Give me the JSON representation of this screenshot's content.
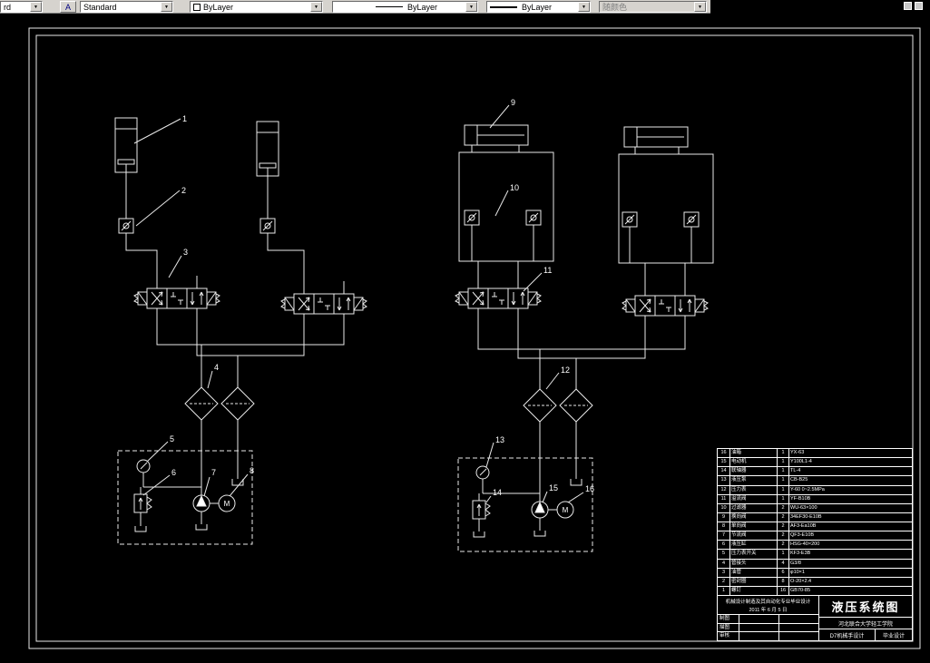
{
  "toolbar": {
    "partial_combo": "rd",
    "style_button": "A",
    "text_style": "Standard",
    "color": "ByLayer",
    "linetype": "ByLayer",
    "lineweight": "ByLayer",
    "plot_style": "随颜色"
  },
  "drawing": {
    "callouts": [
      "1",
      "2",
      "3",
      "4",
      "5",
      "6",
      "7",
      "8",
      "9",
      "10",
      "11",
      "12",
      "13",
      "14",
      "15",
      "16"
    ],
    "motor_label": "M"
  },
  "title_block": {
    "title": "液压系统图",
    "school": "河北联合大学轻工学院",
    "project": "D7机械手设计",
    "project_type": "毕业设计",
    "note_line1": "机械设计制造及其自动化专业毕业设计",
    "note_line2": "2011 年 6 月 5 日",
    "sign_rows": [
      "制图",
      "描图",
      "审核"
    ],
    "bom_rows": [
      [
        "16",
        "油箱",
        "1",
        "YX-63"
      ],
      [
        "15",
        "电动机",
        "1",
        "Y100L1-4"
      ],
      [
        "14",
        "联轴器",
        "1",
        "TL-4"
      ],
      [
        "13",
        "液压泵",
        "1",
        "CB-B25"
      ],
      [
        "12",
        "压力表",
        "1",
        "Y-60  0~2.5MPa"
      ],
      [
        "11",
        "溢流阀",
        "1",
        "YF-B10B"
      ],
      [
        "10",
        "过滤器",
        "2",
        "WU-63×100"
      ],
      [
        "9",
        "换向阀",
        "2",
        "34EF30-E10B"
      ],
      [
        "8",
        "单向阀",
        "2",
        "AF3-Ea10B"
      ],
      [
        "7",
        "节流阀",
        "2",
        "QF3-E10B"
      ],
      [
        "6",
        "液压缸",
        "2",
        "HSG-40×200"
      ],
      [
        "5",
        "压力表开关",
        "1",
        "KF3-E3B"
      ],
      [
        "4",
        "管接头",
        "4",
        "G3/8"
      ],
      [
        "3",
        "油管",
        "6",
        "φ10×1"
      ],
      [
        "2",
        "密封圈",
        "8",
        "O-20×2.4"
      ],
      [
        "1",
        "螺钉",
        "16",
        "GB70-85"
      ]
    ]
  }
}
